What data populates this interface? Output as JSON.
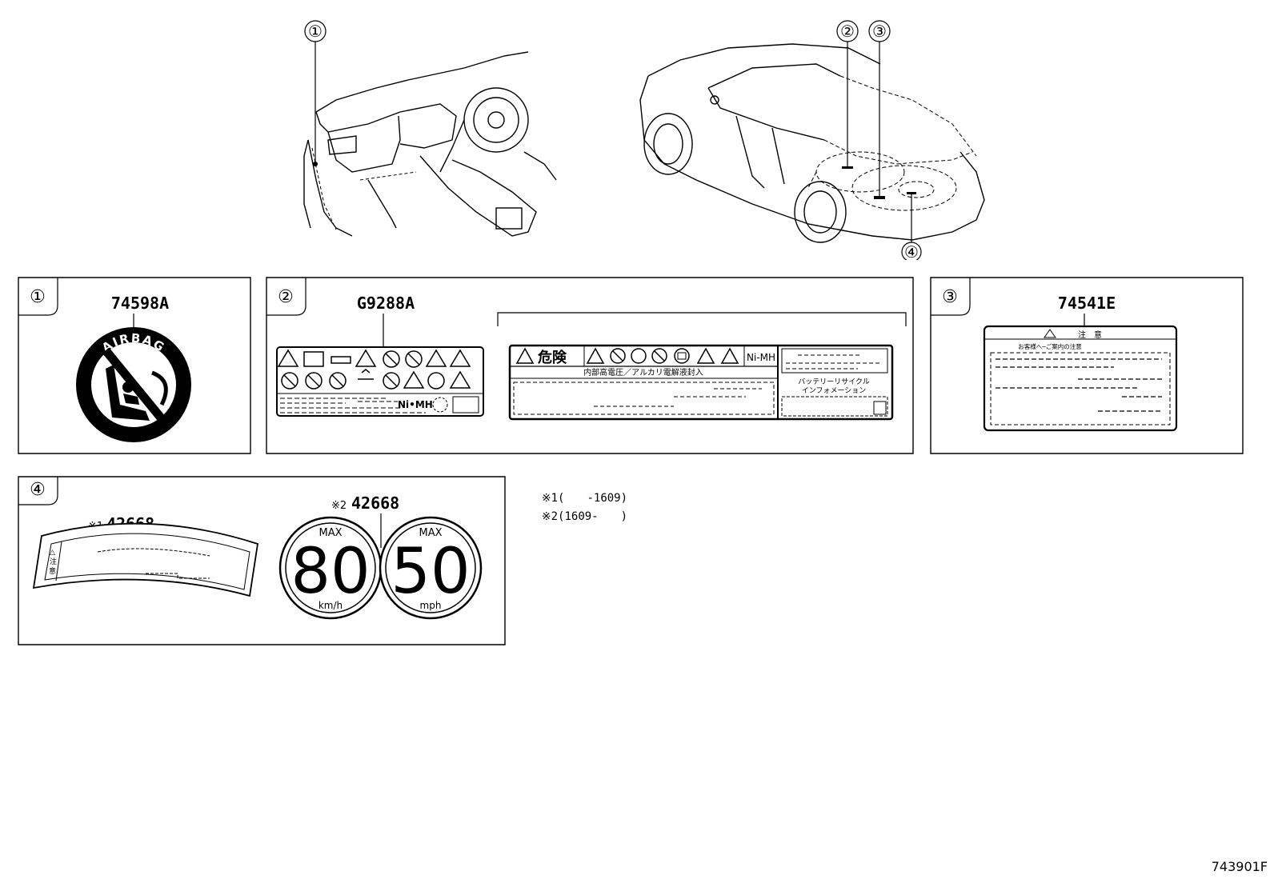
{
  "callouts": {
    "c1": "①",
    "c2": "②",
    "c3": "③",
    "c4": "④"
  },
  "labels": {
    "airbag": {
      "part_no": "74598A",
      "ring_text": "AIRBAG"
    },
    "battery": {
      "part_no": "G9288A",
      "nimh_small": "Ni•MH",
      "danger": "危険",
      "nimh": "Ni-MH",
      "warning_line": "内部高電圧／アルカリ電解液封入",
      "recycle_line1": "バッテリーリサイクル",
      "recycle_line2": "インフォメーション"
    },
    "caution": {
      "part_no": "74541E",
      "title": "注　意",
      "subtitle": "お客様へ─ご案内の注意"
    },
    "speed": {
      "note1_mark": "※1",
      "note2_mark": "※2",
      "part_no": "42668",
      "strip_chars": [
        "△",
        "注",
        "意"
      ],
      "max_label": "MAX",
      "kmh_value": "80",
      "kmh_unit": "km/h",
      "mph_value": "50",
      "mph_unit": "mph"
    }
  },
  "notes": [
    {
      "mark": "※1",
      "text": "(　　-1609)"
    },
    {
      "mark": "※2",
      "text": "(1609-　　)"
    }
  ],
  "diagram_id": "743901F"
}
